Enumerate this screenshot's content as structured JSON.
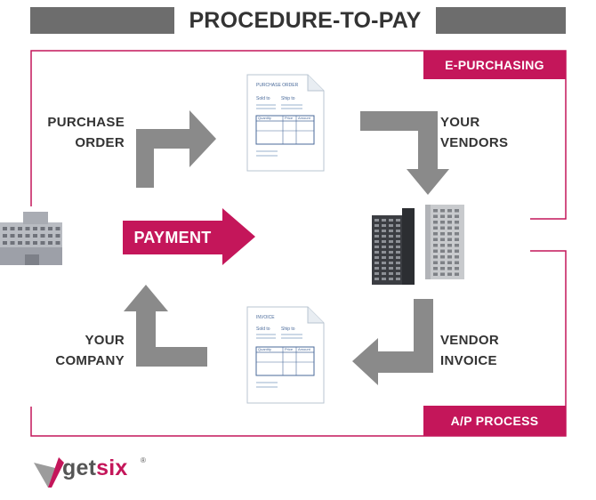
{
  "title": "PROCEDURE-TO-PAY",
  "sections": {
    "top": "E-PURCHASING",
    "bottom": "A/P PROCESS"
  },
  "labels": {
    "purchase_order": [
      "PURCHASE",
      "ORDER"
    ],
    "your_vendors": [
      "YOUR",
      "VENDORS"
    ],
    "your_company": [
      "YOUR",
      "COMPANY"
    ],
    "vendor_invoice": [
      "VENDOR",
      "INVOICE"
    ]
  },
  "payment": "PAYMENT",
  "documents": {
    "purchase_order": {
      "heading": "PURCHASE ORDER",
      "sold_to": "Sold to",
      "ship_to": "Ship to",
      "columns": [
        "Quantity",
        "Price",
        "Amount"
      ]
    },
    "invoice": {
      "heading": "INVOICE",
      "sold_to": "Sold to",
      "ship_to": "Ship to",
      "columns": [
        "Quantity",
        "Price",
        "Amount"
      ]
    }
  },
  "logo": {
    "part1": "get",
    "part2": "six",
    "mark": "®"
  },
  "colors": {
    "accent": "#c4165a",
    "arrow_gray": "#8a8a8a",
    "dark_gray": "#6d6d6d"
  }
}
